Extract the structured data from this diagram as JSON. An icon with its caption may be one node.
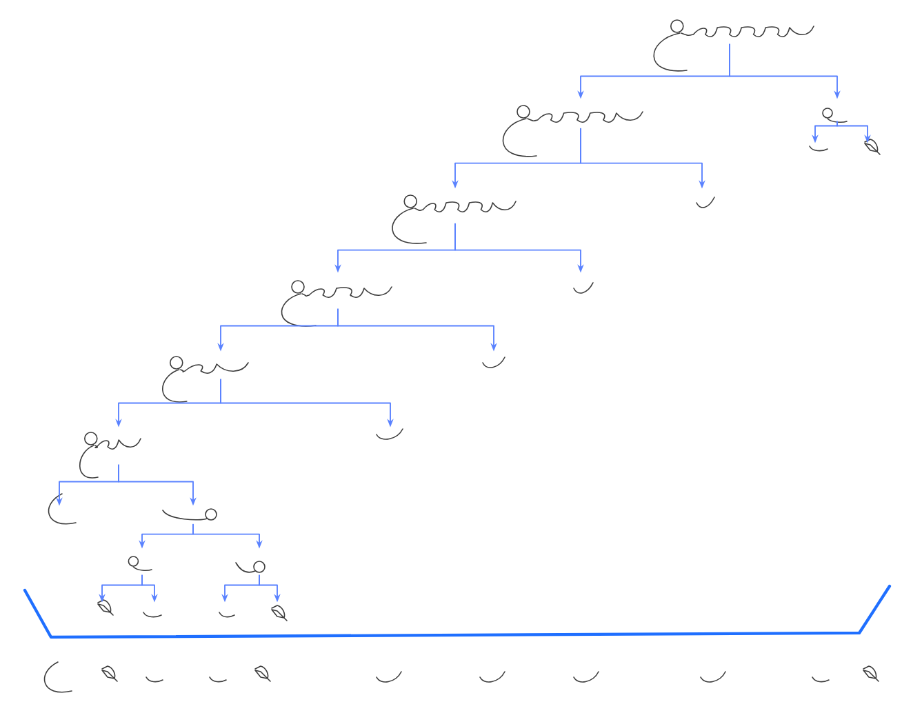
{
  "diagram": {
    "nodes": [
      {
        "text": [],
        "shape": "picture"
      },
      {
        "text": [],
        "shape": "picture"
      },
      {
        "text": [],
        "shape": "picture"
      },
      {
        "text": [],
        "shape": "picture"
      },
      {
        "text": [],
        "shape": "picture"
      },
      {
        "text": [],
        "shape": "picture"
      },
      {
        "text": [],
        "shape": "picture"
      },
      {
        "text": [],
        "shape": "picture"
      },
      {
        "text": [],
        "shape": "picture"
      },
      {
        "text": [],
        "shape": "picture"
      },
      {
        "text": [],
        "shape": "picture"
      },
      {
        "text": [],
        "shape": "picture"
      },
      {
        "text": [],
        "shape": "picture"
      },
      {
        "text": [],
        "shape": "picture"
      },
      {
        "text": [],
        "shape": "picture"
      },
      {
        "text": [],
        "shape": "picture"
      },
      {
        "text": [],
        "shape": "picture"
      },
      {
        "text": [],
        "shape": "picture"
      },
      {
        "text": [],
        "shape": "picture"
      },
      {
        "text": [],
        "shape": "picture"
      },
      {
        "text": [],
        "shape": "picture"
      },
      {
        "text": [],
        "shape": "picture"
      },
      {
        "text": [],
        "shape": "picture"
      },
      {
        "text": [],
        "shape": "picture"
      },
      {
        "text": [],
        "shape": "picture"
      },
      {
        "text": [],
        "shape": "picture"
      },
      {
        "text": [],
        "shape": "picture"
      },
      {
        "text": [],
        "shape": "picture"
      },
      {
        "text": [],
        "shape": "picture"
      },
      {
        "text": [],
        "shape": "picture"
      },
      {
        "text": [],
        "shape": "picture"
      },
      {
        "text": [],
        "shape": "picture"
      }
    ],
    "edges": [
      {
        "from": 0,
        "to": 1,
        "arrow": "to"
      },
      {
        "from": 0,
        "to": 2,
        "arrow": "to"
      },
      {
        "from": 2,
        "to": 3,
        "arrow": "to"
      },
      {
        "from": 2,
        "to": 4,
        "arrow": "to"
      },
      {
        "from": 1,
        "to": 5,
        "arrow": "to"
      },
      {
        "from": 1,
        "to": 6,
        "arrow": "to"
      },
      {
        "from": 5,
        "to": 7,
        "arrow": "to"
      },
      {
        "from": 5,
        "to": 8,
        "arrow": "to"
      },
      {
        "from": 7,
        "to": 9,
        "arrow": "to"
      },
      {
        "from": 7,
        "to": 10,
        "arrow": "to"
      },
      {
        "from": 9,
        "to": 11,
        "arrow": "to"
      },
      {
        "from": 9,
        "to": 12,
        "arrow": "to"
      },
      {
        "from": 11,
        "to": 13,
        "arrow": "to"
      },
      {
        "from": 11,
        "to": 14,
        "arrow": "to"
      },
      {
        "from": 14,
        "to": 15,
        "arrow": "to"
      },
      {
        "from": 14,
        "to": 16,
        "arrow": "to"
      },
      {
        "from": 15,
        "to": 17,
        "arrow": "to"
      },
      {
        "from": 15,
        "to": 18,
        "arrow": "to"
      },
      {
        "from": 16,
        "to": 19,
        "arrow": "to"
      },
      {
        "from": 16,
        "to": 20,
        "arrow": "to"
      }
    ]
  }
}
